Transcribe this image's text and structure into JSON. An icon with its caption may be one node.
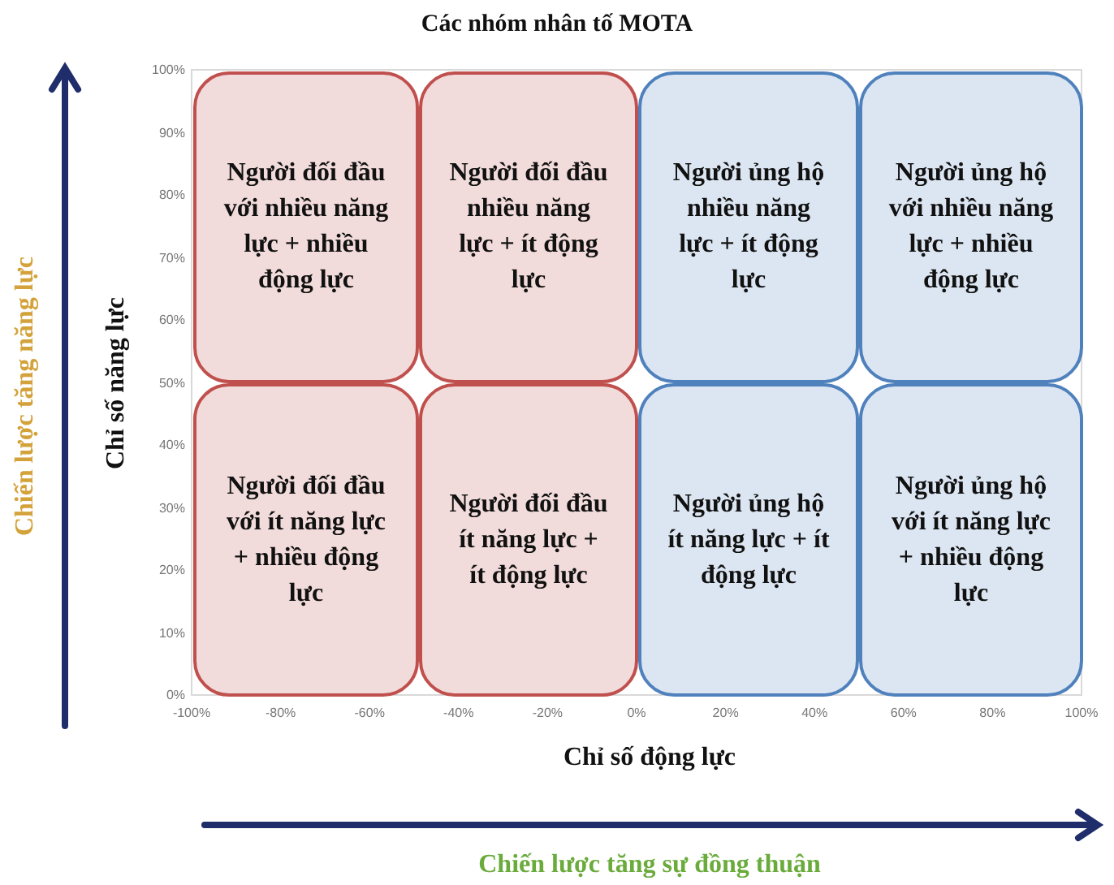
{
  "diagram": {
    "title": "Các nhóm nhân tố MOTA",
    "nodes": [
      {
        "text": [
          "Người đối đầu với nhiều năng lực + nhiều động lực"
        ]
      },
      {
        "text": [
          "Người đối đầu nhiều năng lực + ít động lực"
        ]
      },
      {
        "text": [
          "Người ủng hộ nhiều năng lực + ít động lực"
        ]
      },
      {
        "text": [
          "Người ủng hộ với nhiều năng lực + nhiều động lực"
        ]
      },
      {
        "text": [
          "Người đối đầu với ít năng lực + nhiều động lực"
        ]
      },
      {
        "text": [
          "Người đối đầu ít năng lực + ít động lực"
        ]
      },
      {
        "text": [
          "Người ủng hộ ít năng lực + ít động lực"
        ]
      },
      {
        "text": [
          "Người ủng hộ với ít năng lực + nhiều động lực"
        ]
      }
    ],
    "edges": [],
    "labels": [
      "100%",
      "90%",
      "80%",
      "70%",
      "60%",
      "50%",
      "40%",
      "30%",
      "20%",
      "10%",
      "0%",
      "-100%",
      "-80%",
      "-60%",
      "-40%",
      "-20%",
      "0%",
      "20%",
      "40%",
      "60%",
      "80%",
      "100%",
      "Chỉ số năng lực",
      "Chỉ số động lực",
      "Chiến lược tăng năng lực",
      "Chiến lược tăng sự đồng thuận"
    ]
  }
}
